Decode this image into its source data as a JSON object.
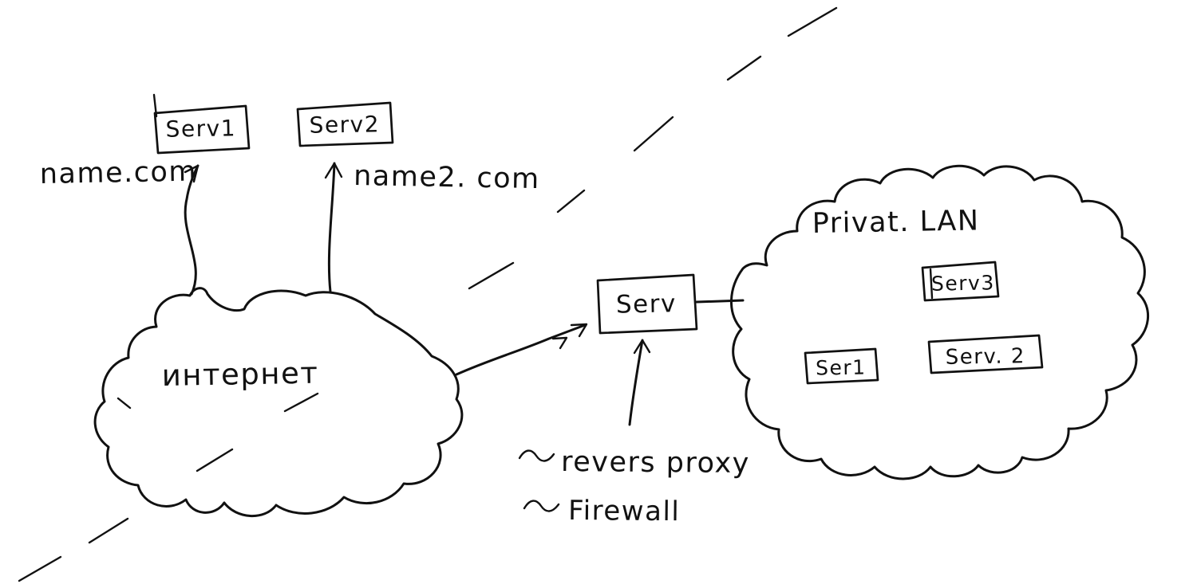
{
  "diagram": {
    "ink_color": "#111111",
    "background": "#ffffff",
    "top": {
      "serv1": "Serv1",
      "serv2": "Serv2",
      "domain1": "name.com",
      "domain2": "name2. com"
    },
    "internet": {
      "label": "интернет"
    },
    "proxy": {
      "label": "Serv"
    },
    "lan": {
      "label": "Privat. LAN",
      "serv3": "Serv3",
      "ser1": "Ser1",
      "serv2": "Serv. 2"
    },
    "notes": {
      "line1": "revers proxy",
      "line2": "Firewall"
    }
  }
}
